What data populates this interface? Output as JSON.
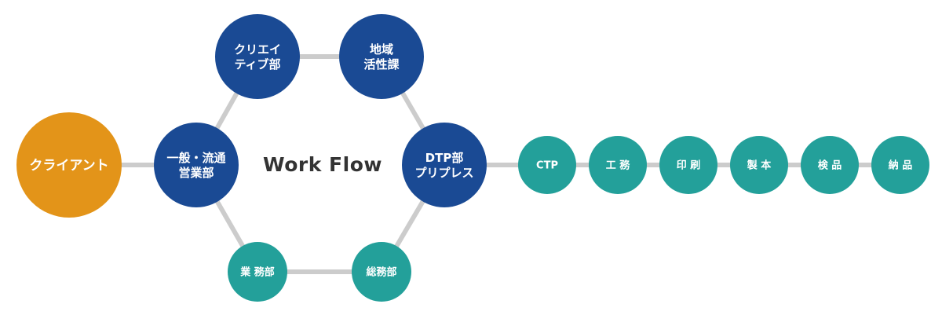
{
  "title": "Work Flow",
  "colors": {
    "client": "#e39419",
    "department": "#1a4a94",
    "process": "#23a09a",
    "connector": "#cccccc",
    "title": "#333333"
  },
  "nodes": {
    "client": {
      "lines": [
        "クライアント"
      ],
      "kind": "client"
    },
    "sales": {
      "lines": [
        "一般・流通",
        "営業部"
      ],
      "kind": "department"
    },
    "creative": {
      "lines": [
        "クリエイ",
        "ティブ部"
      ],
      "kind": "department"
    },
    "regional": {
      "lines": [
        "地域",
        "活性課"
      ],
      "kind": "department"
    },
    "dtp": {
      "lines": [
        "DTP部",
        "プリプレス"
      ],
      "kind": "department"
    },
    "general_affairs": {
      "lines": [
        "総務部"
      ],
      "kind": "process"
    },
    "business": {
      "lines": [
        "業 務部"
      ],
      "kind": "process"
    },
    "ctp": {
      "lines": [
        "CTP"
      ],
      "kind": "process"
    },
    "work": {
      "lines": [
        "工 務"
      ],
      "kind": "process"
    },
    "printing": {
      "lines": [
        "印 刷"
      ],
      "kind": "process"
    },
    "binding": {
      "lines": [
        "製 本"
      ],
      "kind": "process"
    },
    "inspection": {
      "lines": [
        "検 品"
      ],
      "kind": "process"
    },
    "delivery": {
      "lines": [
        "納 品"
      ],
      "kind": "process"
    }
  },
  "edges": [
    [
      "client",
      "sales"
    ],
    [
      "sales",
      "creative"
    ],
    [
      "creative",
      "regional"
    ],
    [
      "regional",
      "dtp"
    ],
    [
      "dtp",
      "general_affairs"
    ],
    [
      "general_affairs",
      "business"
    ],
    [
      "business",
      "sales"
    ],
    [
      "dtp",
      "ctp"
    ],
    [
      "ctp",
      "work"
    ],
    [
      "work",
      "printing"
    ],
    [
      "printing",
      "binding"
    ],
    [
      "binding",
      "inspection"
    ],
    [
      "inspection",
      "delivery"
    ]
  ]
}
